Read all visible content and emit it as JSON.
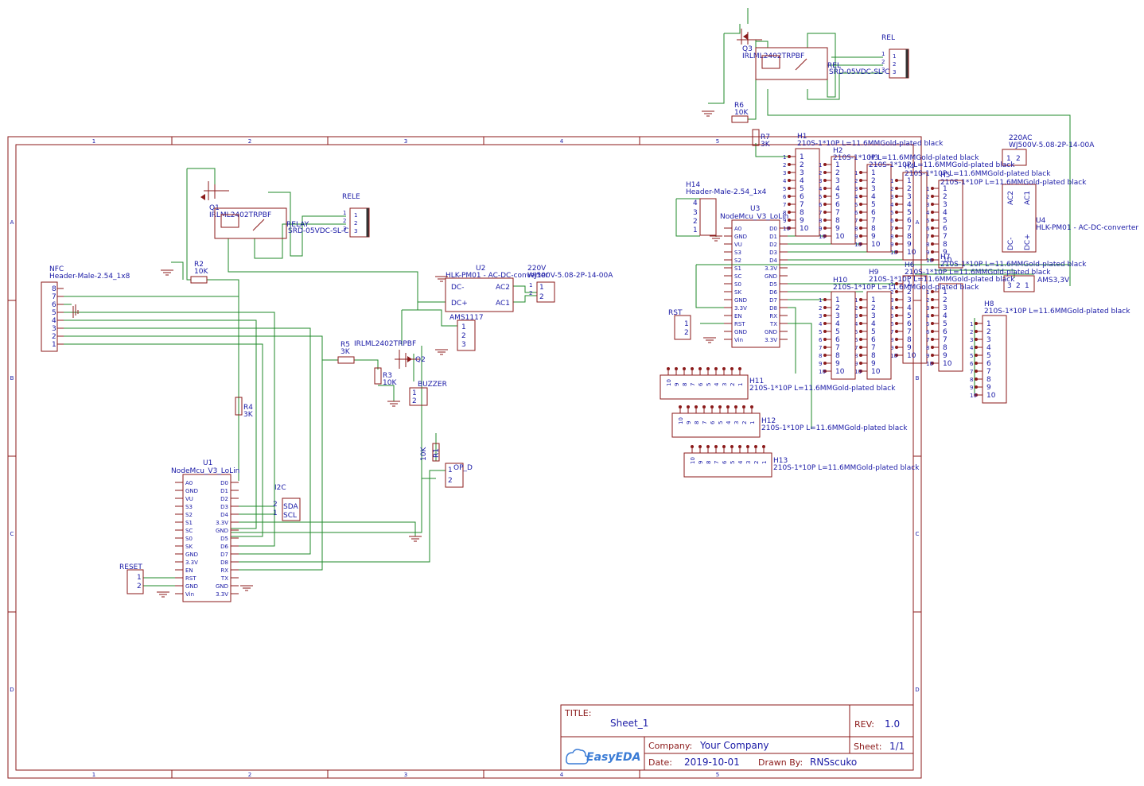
{
  "frame": {
    "col_labels": [
      "1",
      "2",
      "3",
      "4",
      "5"
    ],
    "row_labels": [
      "A",
      "B",
      "C",
      "D"
    ]
  },
  "title_block": {
    "title_label": "TITLE:",
    "title": "Sheet_1",
    "rev_label": "REV:",
    "rev": "1.0",
    "company_label": "Company:",
    "company": "Your Company",
    "sheet_label": "Sheet:",
    "sheet": "1/1",
    "date_label": "Date:",
    "date": "2019-10-01",
    "drawn_label": "Drawn By:",
    "drawn_by": "RNSscuko",
    "logo": "EasyEDA"
  },
  "components": {
    "q1": {
      "ref": "Q1",
      "value": "IRLML2402TRPBF"
    },
    "q2": {
      "ref": "Q2",
      "value": "IRLML2402TRPBF"
    },
    "q3": {
      "ref": "Q3",
      "value": "IRLML2402TRPBF"
    },
    "relay1": {
      "ref": "RELAY",
      "value": "SRD-05VDC-SL-C"
    },
    "relay2": {
      "ref": "REL",
      "value": "SRD-05VDC-SL-C"
    },
    "rele": {
      "ref": "RELE"
    },
    "rel_conn": {
      "ref": "REL"
    },
    "r2": {
      "ref": "R2",
      "value": "10K"
    },
    "r3": {
      "ref": "R3",
      "value": "10K"
    },
    "r4": {
      "ref": "R4",
      "value": "3K"
    },
    "r5": {
      "ref": "R5",
      "value": "3K"
    },
    "r6": {
      "ref": "R6",
      "value": "10K"
    },
    "r7": {
      "ref": "R7",
      "value": "3K"
    },
    "r1": {
      "ref": "R1",
      "value": "10K"
    },
    "nfc": {
      "ref": "NFC",
      "value": "Header-Male-2.54_1x8"
    },
    "u1": {
      "ref": "U1",
      "value": "NodeMcu_V3_LoLin"
    },
    "u3": {
      "ref": "U3",
      "value": "NodeMcu_V3_LoLin"
    },
    "u2": {
      "ref": "U2",
      "value": "HLK-PM01 - AC-DC-converter"
    },
    "u4": {
      "ref": "U4",
      "value": "HLK-PM01 - AC-DC-converter"
    },
    "ams1": {
      "ref": "AMS1117"
    },
    "ams2": {
      "ref": "AMS3,3V"
    },
    "conn220": {
      "ref": "220V",
      "value": "WJ500V-5.08-2P-14-00A"
    },
    "conn220ac": {
      "ref": "220AC",
      "value": "WJ500V-5.08-2P-14-00A"
    },
    "i2c": {
      "ref": "I2C",
      "pins": [
        "SDA",
        "SCL"
      ]
    },
    "reset": {
      "ref": "RESET"
    },
    "rst": {
      "ref": "RST"
    },
    "buzzer": {
      "ref": "BUZZER"
    },
    "op_d": {
      "ref": "OP_D"
    },
    "h14": {
      "ref": "H14",
      "value": "Header-Male-2.54_1x4"
    },
    "headers_v": [
      {
        "ref": "H1",
        "value": "210S-1*10P L=11.6MMGold-plated black"
      },
      {
        "ref": "H2",
        "value": "210S-1*10P L=11.6MMGold-plated black"
      },
      {
        "ref": "H3",
        "value": "210S-1*10P L=11.6MMGold-plated black"
      },
      {
        "ref": "H4",
        "value": "210S-1*10P L=11.6MMGold-plated black"
      },
      {
        "ref": "H5",
        "value": "210S-1*10P L=11.6MMGold-plated black"
      },
      {
        "ref": "H6",
        "value": "210S-1*10P L=11.6MMGold-plated black"
      },
      {
        "ref": "H7",
        "value": "210S-1*10P L=11.6MMGold-plated black"
      },
      {
        "ref": "H8",
        "value": "210S-1*10P L=11.6MMGold-plated black"
      },
      {
        "ref": "H9",
        "value": "210S-1*10P L=11.6MMGold-plated black"
      },
      {
        "ref": "H10",
        "value": "210S-1*10P L=11.6MMGold-plated black"
      }
    ],
    "headers_h": [
      {
        "ref": "H11",
        "value": "210S-1*10P L=11.6MMGold-plated black"
      },
      {
        "ref": "H12",
        "value": "210S-1*10P L=11.6MMGold-plated black"
      },
      {
        "ref": "H13",
        "value": "210S-1*10P L=11.6MMGold-plated black"
      }
    ]
  },
  "nodemcu_pins_left": [
    "A0",
    "GND",
    "VU",
    "S3",
    "S2",
    "S1",
    "SC",
    "S0",
    "SK",
    "GND",
    "3.3V",
    "EN",
    "RST",
    "GND",
    "Vin"
  ],
  "nodemcu_pins_right": [
    "D0",
    "D1",
    "D2",
    "D3",
    "D4",
    "3.3V",
    "GND",
    "D5",
    "D6",
    "D7",
    "D8",
    "RX",
    "TX",
    "GND",
    "3.3V"
  ],
  "u2_pins": [
    "DC-",
    "DC+",
    "AC2",
    "AC1"
  ],
  "u4_pins": [
    "AC2",
    "AC1",
    "DC-",
    "DC+"
  ]
}
